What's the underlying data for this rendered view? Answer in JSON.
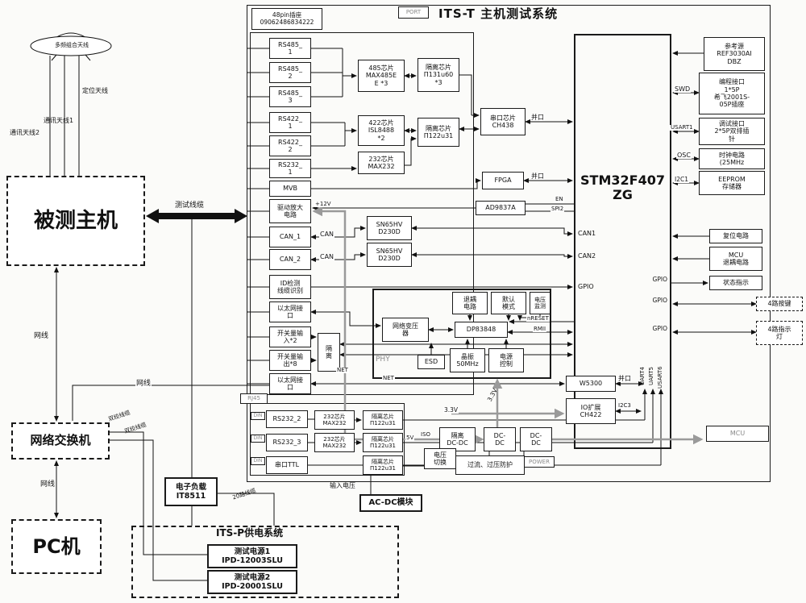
{
  "title": "ITS-T 主机测试系统",
  "header": {
    "pin48": "48pin插座\n09062486834222",
    "port": "PORT"
  },
  "antenna": {
    "disc": "多频组合天线",
    "pos": "定位天线",
    "comm1": "通讯天线1",
    "comm2": "通讯天线2"
  },
  "left": {
    "dut": "被测主机",
    "test_cable": "测试线缆",
    "net_a": "网线",
    "net_b": "网线",
    "net_c": "网线",
    "switch": "网络交换机",
    "pc": "PC机",
    "twisted_a": "双绞线缆",
    "twisted_b": "双绞线缆",
    "cable20": "20路线缆",
    "input_v": "输入电压",
    "load": "电子负载\nIT8511",
    "acdc": "AC-DC模块",
    "psys": "ITS-P供电系统",
    "ps1": "测试电源1\nIPD-12003SLU",
    "ps2": "测试电源2\nIPD-20001SLU"
  },
  "ifaces": {
    "rs485_1": "RS485_\n1",
    "rs485_2": "RS485_\n2",
    "rs485_3": "RS485_\n3",
    "rs422_1": "RS422_\n1",
    "rs422_2": "RS422_\n2",
    "rs232_1": "RS232_\n1",
    "mvb": "MVB",
    "drive": "驱动放大\n电路",
    "can1": "CAN_1",
    "can2": "CAN_2",
    "id": "ID检测\n线缆识别",
    "eth1": "以太网接\n口",
    "sw_in": "开关量输\n入*2",
    "sw_out": "开关量输\n出*8",
    "eth2": "以太网接\n口",
    "rs232_2": "RS232_2",
    "rs232_3": "RS232_3",
    "ttl": "串口TTL"
  },
  "chips": {
    "c485": "485芯片\nMAX485E\nE *3",
    "c422": "422芯片\nISL8488\n*2",
    "c232": "232芯片\nMAX232",
    "iso131": "隔离芯片\nΠ131u60\n*3",
    "iso122": "隔离芯片\nΠ122u31",
    "ch438": "串口芯片\nCH438",
    "fpga": "FPGA",
    "ad9837": "AD9837A",
    "sn65_1": "SN65HV\nD230D",
    "sn65_2": "SN65HV\nD230D",
    "iso_sw": "隔\n离",
    "c232_b1": "232芯片\nMAX232",
    "c232_b2": "232芯片\nMAX232",
    "iso122_b1": "隔离芯片\nΠ122u31",
    "iso122_b2": "隔离芯片\nΠ122u31",
    "iso122_b3": "隔离芯片\nΠ122u31"
  },
  "phy": {
    "transformer": "网络变压\n器",
    "decouple": "退耦\n电路",
    "defmode": "默认\n模式",
    "vmon": "电压\n监测",
    "dp": "DP83848",
    "esd": "ESD",
    "xtal": "晶振\n50MHz",
    "pwrctl": "电源\n控制",
    "label": "PHY"
  },
  "net": {
    "w5300": "W5300",
    "ioexp": "IO扩展\nCH422"
  },
  "mcu": {
    "name": "STM32F407\nZG",
    "can1": "CAN1",
    "can2": "CAN2",
    "gpio": "GPIO",
    "gpio_r1": "GPIO",
    "gpio_r2": "GPIO",
    "gpio_r3": "GPIO",
    "uart4": "UART4",
    "uart5": "UART5",
    "usart6": "USART6",
    "label": "MCU"
  },
  "right": {
    "ref": "参考源\nREF3030AI\nDBZ",
    "prog": "编程接口\n1*5P\n希飞2001S-\n05P插座",
    "debug": "调试接口\n2*5P双排插\n针",
    "clock": "时钟电路\n(25MHz",
    "eeprom": "EEPROM\n存储器",
    "reset": "复位电路",
    "mcudec": "MCU\n退耦电路",
    "status": "状态指示",
    "keys": "4路按键",
    "leds": "4路指示\n灯"
  },
  "signals": {
    "swd": "SWD",
    "usart1": "USART1",
    "osc": "OSC",
    "i2c1": "I2C1",
    "par_a": "并口",
    "par_b": "并口",
    "par_c": "并口",
    "en": "EN",
    "spi2": "SPI2",
    "can_a": "CAN",
    "can_b": "CAN",
    "v12": "+12V",
    "net_a": "NET",
    "net_b": "NET",
    "v33_a": "3.3V",
    "v33_b": "3.3V",
    "v5": "5V",
    "iso": "ISO",
    "nreset": "nRESET",
    "rmii": "RMII",
    "i2c3": "I2C3",
    "rj45": "RJ45",
    "din": "DIN"
  },
  "power": {
    "isodcdc": "隔离\nDC-DC",
    "dcdc1": "DC-\nDC",
    "dcdc2": "DC-\nDC",
    "vswitch": "电压\n切换",
    "protect": "过流、过压防护",
    "power": "POWER"
  }
}
